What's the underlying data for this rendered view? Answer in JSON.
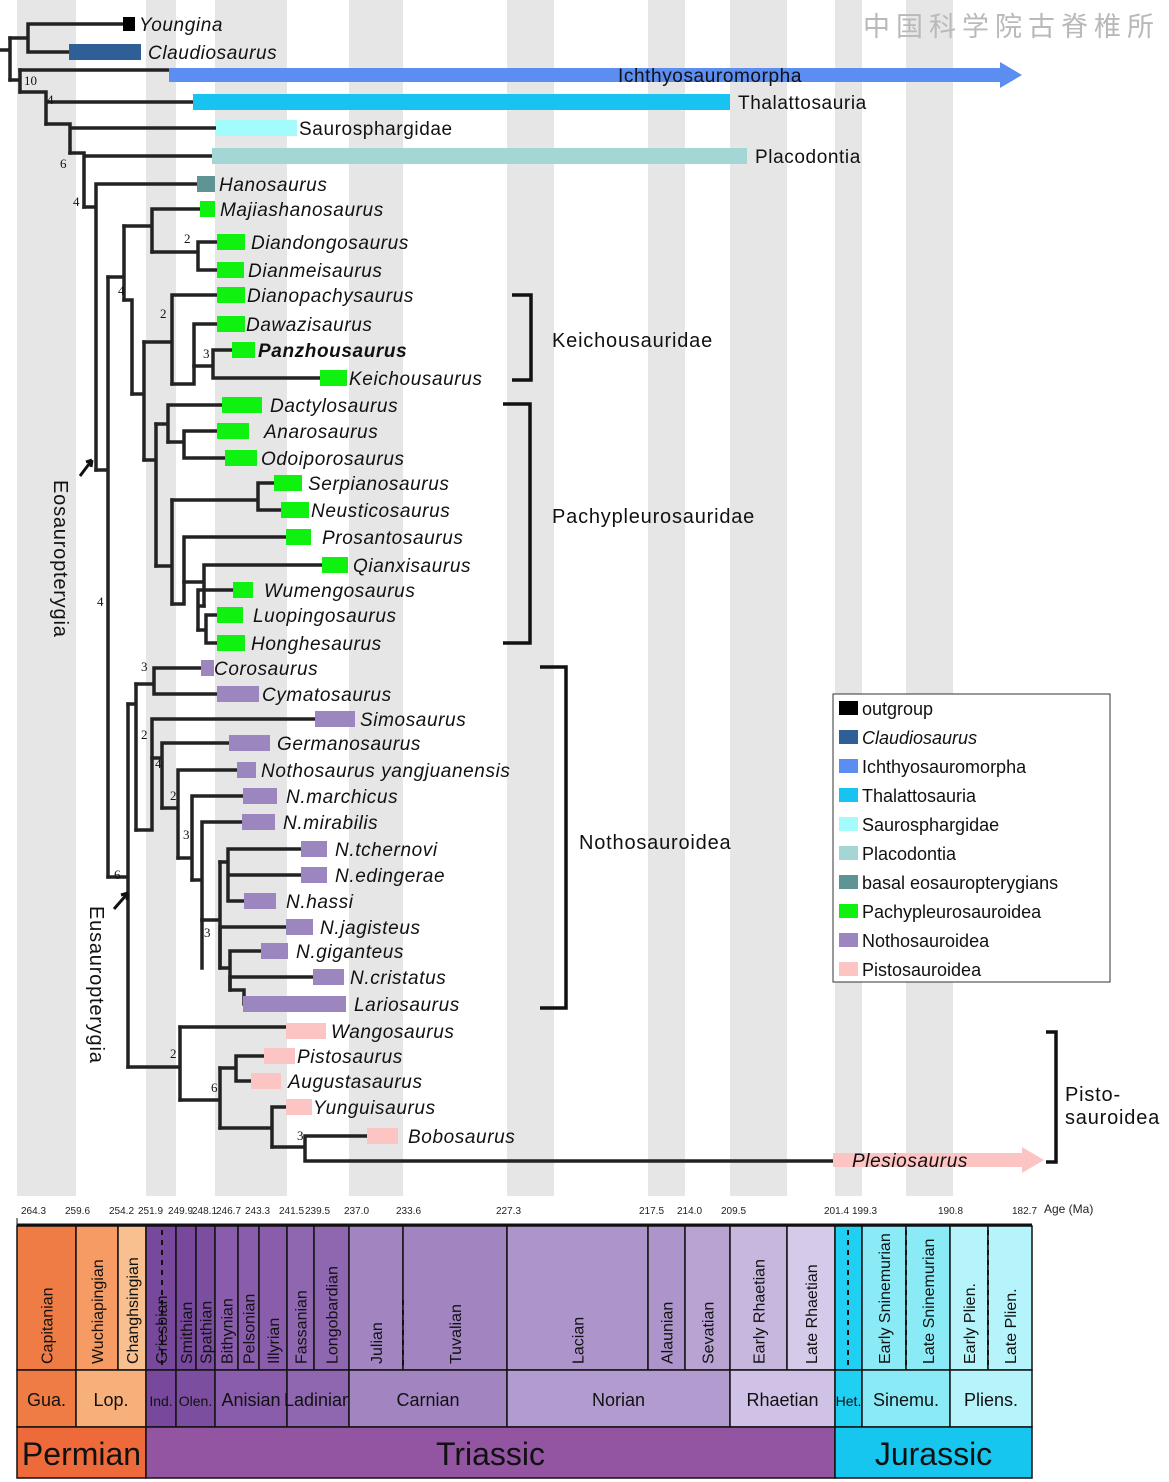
{
  "watermark": "中国科学院古脊椎所",
  "age_unit_label": "Age (Ma)",
  "age_ticks": [
    "264.3",
    "259.6",
    "254.2",
    "251.9",
    "249.9",
    "248.1",
    "246.7",
    "243.3",
    "241.5",
    "239.5",
    "237.0",
    "233.6",
    "227.3",
    "217.5",
    "214.0",
    "209.5",
    "201.4",
    "199.3",
    "190.8",
    "182.7"
  ],
  "taxa": [
    {
      "label": "Youngina",
      "italic": true,
      "bold": false,
      "group": "outgroup"
    },
    {
      "label": "Claudiosaurus",
      "italic": true,
      "bold": false,
      "group": "claudiosaurus"
    },
    {
      "label": "Ichthyosauromorpha",
      "italic": false,
      "bold": false,
      "group": "ichthyosauromorpha"
    },
    {
      "label": "Thalattosauria",
      "italic": false,
      "bold": false,
      "group": "thalattosauria"
    },
    {
      "label": "Saurosphargidae",
      "italic": false,
      "bold": false,
      "group": "saurosphargidae"
    },
    {
      "label": "Placodontia",
      "italic": false,
      "bold": false,
      "group": "placodontia"
    },
    {
      "label": "Hanosaurus",
      "italic": true,
      "bold": false,
      "group": "basal"
    },
    {
      "label": "Majiashanosaurus",
      "italic": true,
      "bold": false,
      "group": "pachy"
    },
    {
      "label": "Diandongosaurus",
      "italic": true,
      "bold": false,
      "group": "pachy"
    },
    {
      "label": "Dianmeisaurus",
      "italic": true,
      "bold": false,
      "group": "pachy"
    },
    {
      "label": "Dianopachysaurus",
      "italic": true,
      "bold": false,
      "group": "pachy"
    },
    {
      "label": "Dawazisaurus",
      "italic": true,
      "bold": false,
      "group": "pachy"
    },
    {
      "label": "Panzhousaurus",
      "italic": true,
      "bold": true,
      "group": "pachy"
    },
    {
      "label": "Keichousaurus",
      "italic": true,
      "bold": false,
      "group": "pachy"
    },
    {
      "label": "Dactylosaurus",
      "italic": true,
      "bold": false,
      "group": "pachy"
    },
    {
      "label": "Anarosaurus",
      "italic": true,
      "bold": false,
      "group": "pachy"
    },
    {
      "label": "Odoiporosaurus",
      "italic": true,
      "bold": false,
      "group": "pachy"
    },
    {
      "label": "Serpianosaurus",
      "italic": true,
      "bold": false,
      "group": "pachy"
    },
    {
      "label": "Neusticosaurus",
      "italic": true,
      "bold": false,
      "group": "pachy"
    },
    {
      "label": "Prosantosaurus",
      "italic": true,
      "bold": false,
      "group": "pachy"
    },
    {
      "label": "Qianxisaurus",
      "italic": true,
      "bold": false,
      "group": "pachy"
    },
    {
      "label": "Wumengosaurus",
      "italic": true,
      "bold": false,
      "group": "pachy"
    },
    {
      "label": "Luopingosaurus",
      "italic": true,
      "bold": false,
      "group": "pachy"
    },
    {
      "label": "Honghesaurus",
      "italic": true,
      "bold": false,
      "group": "pachy"
    },
    {
      "label": "Corosaurus",
      "italic": true,
      "bold": false,
      "group": "notho"
    },
    {
      "label": "Cymatosaurus",
      "italic": true,
      "bold": false,
      "group": "notho"
    },
    {
      "label": "Simosaurus",
      "italic": true,
      "bold": false,
      "group": "notho"
    },
    {
      "label": "Germanosaurus",
      "italic": true,
      "bold": false,
      "group": "notho"
    },
    {
      "label": "Nothosaurus yangjuanensis",
      "italic": true,
      "bold": false,
      "group": "notho"
    },
    {
      "label": "N.marchicus",
      "italic": true,
      "bold": false,
      "group": "notho"
    },
    {
      "label": "N.mirabilis",
      "italic": true,
      "bold": false,
      "group": "notho"
    },
    {
      "label": "N.tchernovi",
      "italic": true,
      "bold": false,
      "group": "notho"
    },
    {
      "label": "N.edingerae",
      "italic": true,
      "bold": false,
      "group": "notho"
    },
    {
      "label": "N.hassi",
      "italic": true,
      "bold": false,
      "group": "notho"
    },
    {
      "label": "N.jagisteus",
      "italic": true,
      "bold": false,
      "group": "notho"
    },
    {
      "label": "N.giganteus",
      "italic": true,
      "bold": false,
      "group": "notho"
    },
    {
      "label": "N.cristatus",
      "italic": true,
      "bold": false,
      "group": "notho"
    },
    {
      "label": "Lariosaurus",
      "italic": true,
      "bold": false,
      "group": "notho"
    },
    {
      "label": "Wangosaurus",
      "italic": true,
      "bold": false,
      "group": "pisto"
    },
    {
      "label": "Pistosaurus",
      "italic": true,
      "bold": false,
      "group": "pisto"
    },
    {
      "label": "Augustasaurus",
      "italic": true,
      "bold": false,
      "group": "pisto"
    },
    {
      "label": "Yunguisaurus",
      "italic": true,
      "bold": false,
      "group": "pisto"
    },
    {
      "label": "Bobosaurus",
      "italic": true,
      "bold": false,
      "group": "pisto"
    },
    {
      "label": "Plesiosaurus",
      "italic": true,
      "bold": false,
      "group": "pisto"
    }
  ],
  "clades": {
    "keichousauridae": "Keichousauridae",
    "pachypleurosauridae": "Pachypleurosauridae",
    "nothosauroidea": "Nothosauroidea",
    "pistosauroidea_line1": "Pisto-",
    "pistosauroidea_line2": "sauroidea",
    "eosauropterygia": "Eosauropterygia",
    "eusauropterygia": "Eusauropterygia"
  },
  "node_support": [
    "10",
    "4",
    "6",
    "4",
    "4",
    "2",
    "2",
    "3",
    "4",
    "3",
    "2",
    "4",
    "2",
    "3",
    "3",
    "6",
    "2",
    "6",
    "3"
  ],
  "legend": [
    {
      "label": "outgroup",
      "color": "#000000",
      "italic": false
    },
    {
      "label": "Claudiosaurus",
      "color": "#2e5f96",
      "italic": true
    },
    {
      "label": "Ichthyosauromorpha",
      "color": "#5b8ef0",
      "italic": false
    },
    {
      "label": "Thalattosauria",
      "color": "#18c3f1",
      "italic": false
    },
    {
      "label": "Saurosphargidae",
      "color": "#a4fbfb",
      "italic": false
    },
    {
      "label": "Placodontia",
      "color": "#a4d6d6",
      "italic": false
    },
    {
      "label": "basal eosauropterygians",
      "color": "#5e9494",
      "italic": false
    },
    {
      "label": "Pachypleurosauroidea",
      "color": "#0ff10f",
      "italic": false
    },
    {
      "label": "Nothosauroidea",
      "color": "#9b86bf",
      "italic": false
    },
    {
      "label": "Pistosauroidea",
      "color": "#fdc4c4",
      "italic": false
    }
  ],
  "timescale": {
    "periods": [
      "Permian",
      "Triassic",
      "Jurassic"
    ],
    "epochs": [
      "Gua.",
      "Lop.",
      "Ind.",
      "Olen.",
      "Anisian",
      "Ladinian",
      "Carnian",
      "Norian",
      "Rhaetian",
      "Het.",
      "Sinemu.",
      "Pliens."
    ],
    "stages": [
      "Capitanian",
      "Wuchiapingian",
      "Changhsingian",
      "Griesbian",
      "Smithian",
      "Spathian",
      "Bithynian",
      "Pelsonian",
      "Illyrian",
      "Fassanian",
      "Longobardian",
      "Julian",
      "Tuvalian",
      "Lacian",
      "Alaunian",
      "Sevatian",
      "Early Rhaetian",
      "Late Rhaetian",
      "Early Sninemurian",
      "Late Sninemurian",
      "Early Plien.",
      "Late Plien."
    ]
  }
}
